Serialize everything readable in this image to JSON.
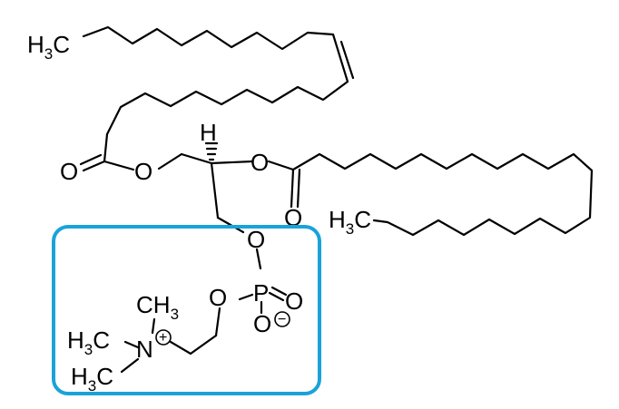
{
  "molecule": {
    "oleoyl_chain_terminal": {
      "main": "H",
      "sub": "3",
      "tail": "C"
    },
    "palmitoyl_chain_terminal": {
      "main": "H",
      "sub": "3",
      "tail": "C"
    },
    "stereo_hydrogen": "H",
    "oxygen": "O",
    "phosphorus": "P",
    "nitrogen": "N",
    "positive_charge": "+",
    "negative_charge": "−",
    "n_methyl_top": {
      "main": "CH",
      "sub": "3"
    },
    "n_methyl_left": {
      "main": "H",
      "sub": "3",
      "tail": "C"
    },
    "n_methyl_bottom": {
      "main": "H",
      "sub": "3",
      "tail": "C"
    }
  },
  "highlight": {
    "color": "#1aa3d9"
  }
}
